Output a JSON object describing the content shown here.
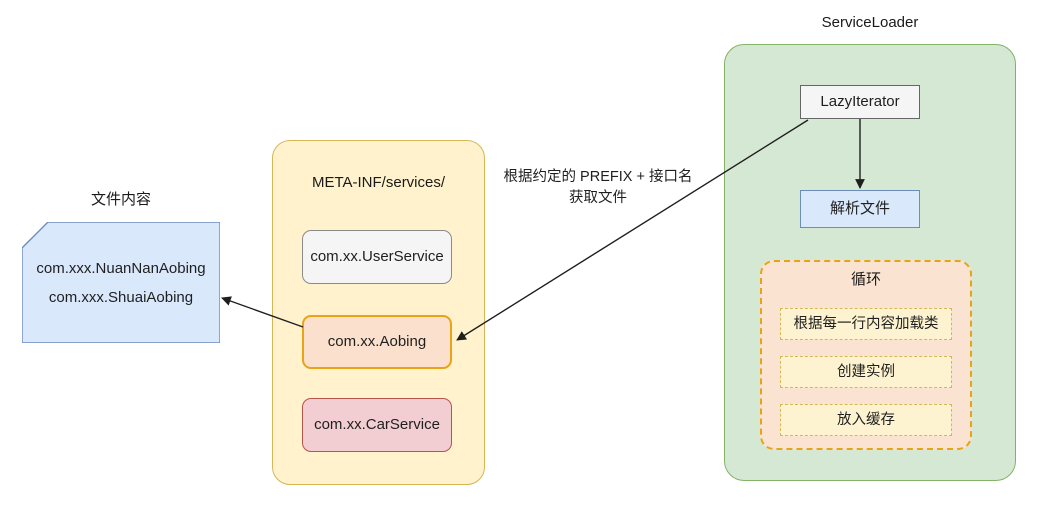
{
  "diagram": {
    "title_left": "文件内容",
    "title_right": "ServiceLoader"
  },
  "file_content": {
    "caption": "文件内容",
    "lines": [
      "com.xxx.NuanNanAobing",
      "com.xxx.ShuaiAobing"
    ],
    "fill": "#dae8fc",
    "stroke": "#6c8ebf"
  },
  "services": {
    "title": "META-INF/services/",
    "fill": "#fff2cc",
    "stroke": "#d6b656",
    "items": [
      {
        "label": "com.xx.UserService",
        "fill": "#f5f5f5",
        "stroke": "#8a8a8a"
      },
      {
        "label": "com.xx.Aobing",
        "fill": "#fbe0cd",
        "stroke": "#e8a317"
      },
      {
        "label": "com.xx.CarService",
        "fill": "#f2cdd2",
        "stroke": "#b85450"
      }
    ]
  },
  "annotation": {
    "line1": "根据约定的 PREFIX + 接口名",
    "line2": "获取文件"
  },
  "service_loader": {
    "title": "ServiceLoader",
    "fill": "#d5e8d4",
    "stroke": "#82b366",
    "lazy_iterator": {
      "label": "LazyIterator",
      "fill": "#f5f5f5",
      "stroke": "#666666"
    },
    "parse_file": {
      "label": "解析文件",
      "fill": "#dae8fc",
      "stroke": "#6c8ebf"
    },
    "loop": {
      "title": "循环",
      "fill": "#fae3d0",
      "stroke": "#e8a317",
      "steps": [
        "根据每一行内容加载类",
        "创建实例",
        "放入缓存"
      ]
    }
  },
  "arrows": {
    "stroke": "#1f1f1f",
    "items": [
      {
        "name": "aobing-to-file",
        "from": "com.xx.Aobing",
        "to": "文件内容"
      },
      {
        "name": "lazyiterator-to-aobing",
        "from": "LazyIterator",
        "to": "com.xx.Aobing"
      },
      {
        "name": "lazyiterator-to-parsefile",
        "from": "LazyIterator",
        "to": "解析文件"
      }
    ]
  }
}
